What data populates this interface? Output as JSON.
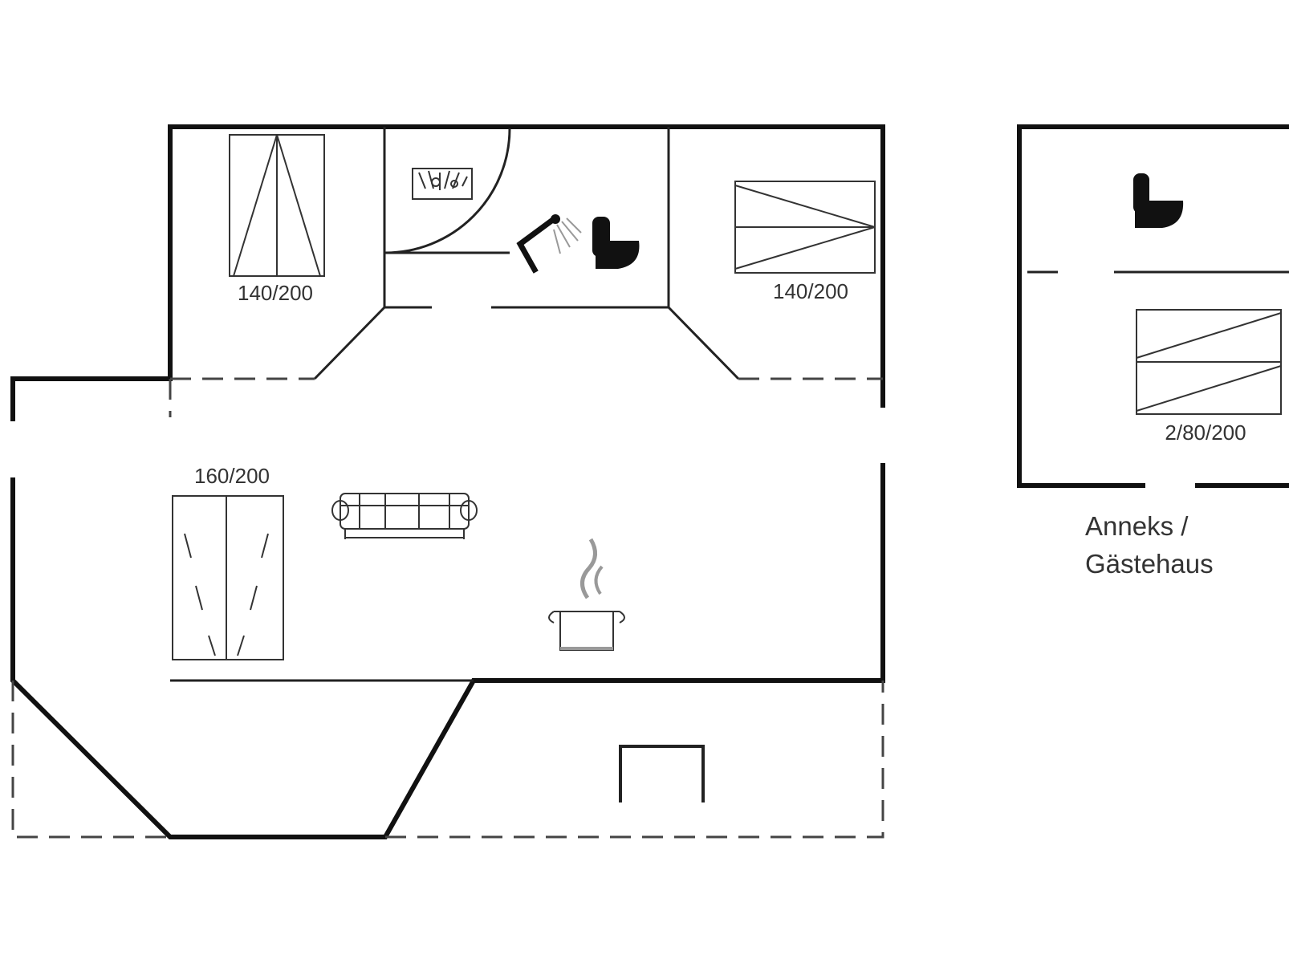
{
  "main_house": {
    "bed_left_label": "140/200",
    "bed_right_label": "140/200",
    "bed_living_label": "160/200"
  },
  "annex": {
    "bed_label": "2/80/200",
    "title_line1": "Anneks /",
    "title_line2": "Gästehaus"
  },
  "icons": [
    "bathtub-icon",
    "shower-icon",
    "toilet-icon",
    "sofa-icon",
    "cooking-pot-icon",
    "fireplace-icon"
  ],
  "colors": {
    "wall": "#111111",
    "background": "#ffffff"
  }
}
